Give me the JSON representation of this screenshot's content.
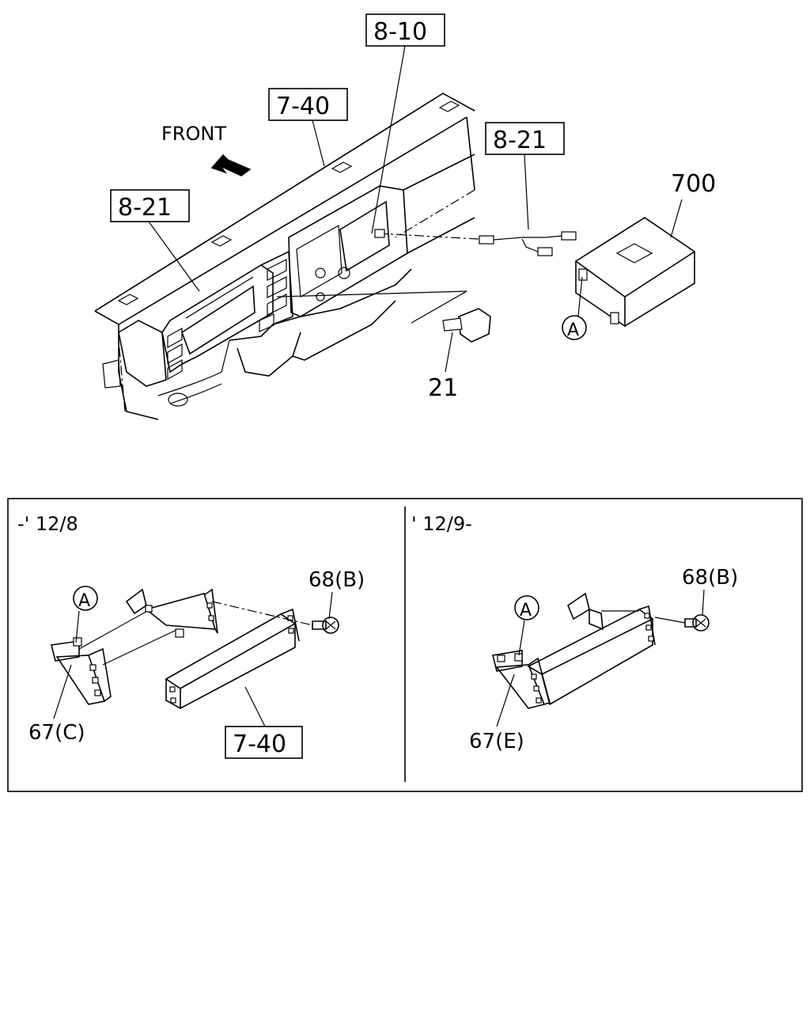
{
  "main": {
    "front_text": "FRONT",
    "ref_8_10": "8-10",
    "ref_7_40": "7-40",
    "ref_8_21_right": "8-21",
    "ref_8_21_left": "8-21",
    "part_700": "700",
    "part_21": "21",
    "circle_a": "A"
  },
  "detail_left": {
    "range": "-' 12/8",
    "circle_a": "A",
    "part_68": "68(B)",
    "part_67": "67(C)",
    "ref_7_40": "7-40"
  },
  "detail_right": {
    "range": "' 12/9-",
    "circle_a": "A",
    "part_68": "68(B)",
    "part_67": "67(E)"
  }
}
